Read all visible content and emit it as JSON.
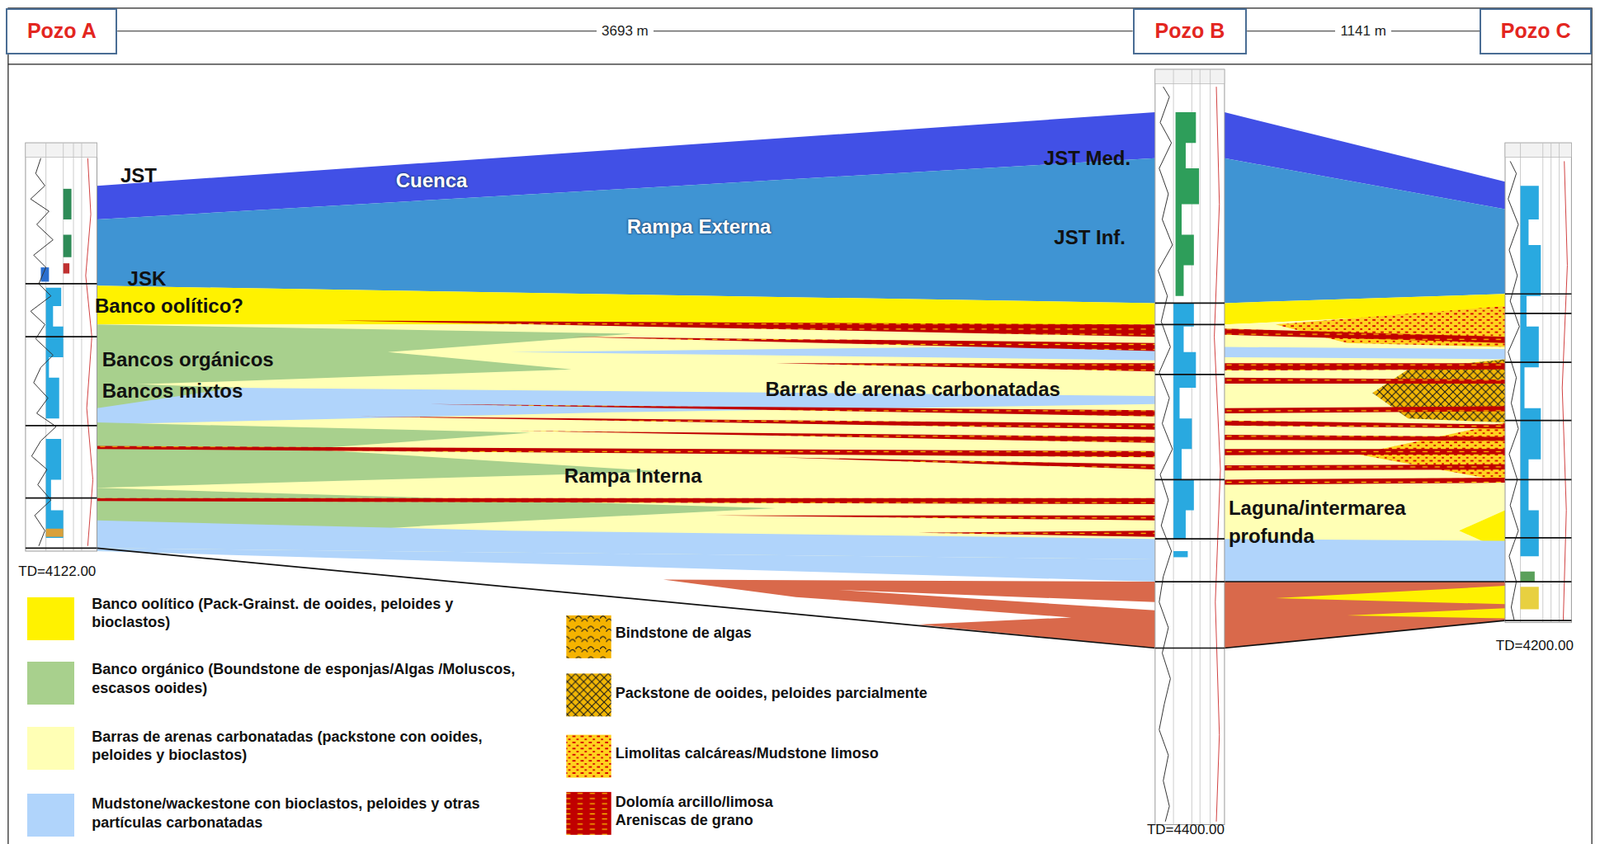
{
  "diagram": {
    "nodes": [
      {
        "text": [
          "Pozo A"
        ]
      },
      {
        "text": [
          "Pozo B"
        ]
      },
      {
        "text": [
          "Pozo C"
        ]
      }
    ],
    "edges": [
      {
        "from": 0,
        "to": 1,
        "label": "3693 m",
        "arrow": "none"
      },
      {
        "from": 1,
        "to": 2,
        "label": "1141 m",
        "arrow": "none"
      }
    ],
    "labels": [
      "JST",
      "Cuenca",
      "Rampa Externa",
      "JST Med.",
      "JST Inf.",
      "JSK",
      "Banco oolítico?",
      "Bancos orgánicos",
      "Bancos mixtos",
      "Barras de arenas carbonatadas",
      "Rampa Interna",
      "Laguna/intermarea profunda",
      "TD=4122.00",
      "TD=4400.00",
      "TD=4200.00"
    ],
    "legend": [
      {
        "text": "Banco oolítico (Pack-Grainst. de ooides, peloides y bioclastos)",
        "color": "#fff200"
      },
      {
        "text": "Banco orgánico (Boundstone de esponjas/Algas /Moluscos, escasos ooides)",
        "color": "#a8d08d"
      },
      {
        "text": "Barras de arenas carbonatadas (packstone con ooides, peloides y bioclastos)",
        "color": "#ffffb5"
      },
      {
        "text": "Mudstone/wackestone con bioclastos, peloides y otras partículas carbonatadas",
        "color": "#b0d4fb"
      },
      {
        "text": "Bindstone de algas"
      },
      {
        "text": "Packstone de ooides, peloides parcialmente"
      },
      {
        "text": "Limolitas calcáreas/Mudstone limoso"
      },
      {
        "text": "Dolomía arcillo/limosa Areniscas de grano"
      }
    ]
  }
}
